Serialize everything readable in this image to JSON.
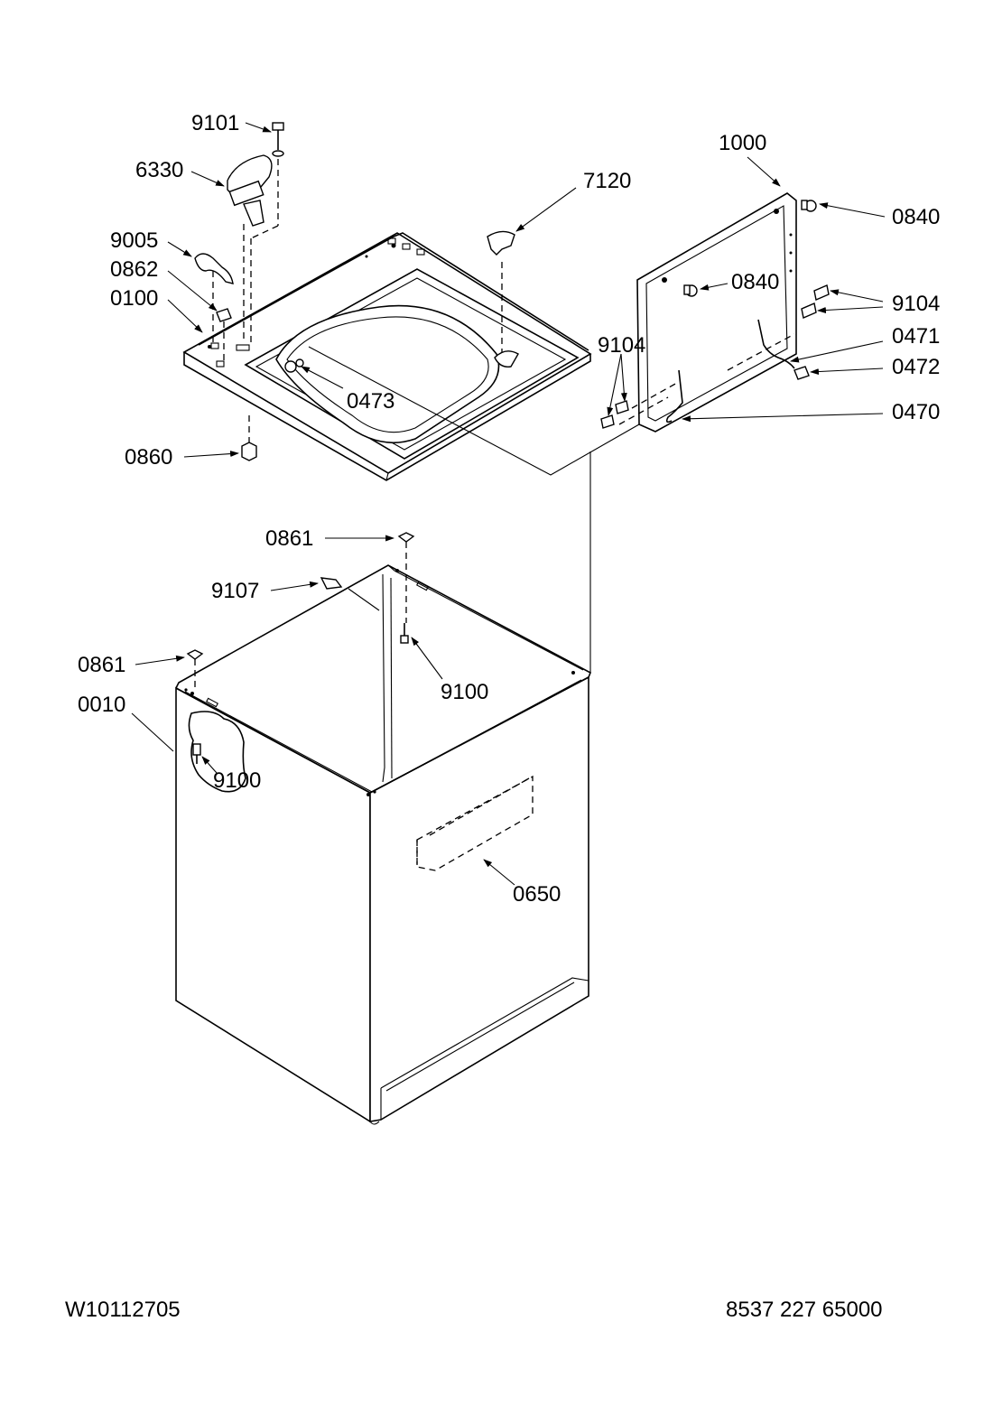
{
  "diagram": {
    "callouts": {
      "c9101": "9101",
      "c6330": "6330",
      "c9005": "9005",
      "c0862": "0862",
      "c0100": "0100",
      "c7120": "7120",
      "c0473": "0473",
      "c0860": "0860",
      "c1000": "1000",
      "c0840a": "0840",
      "c0840b": "0840",
      "c9104a": "9104",
      "c9104b": "9104",
      "c0471": "0471",
      "c0472": "0472",
      "c0470": "0470",
      "c0861a": "0861",
      "c0861b": "0861",
      "c9107": "9107",
      "c9100a": "9100",
      "c9100b": "9100",
      "c0010": "0010",
      "c0650": "0650"
    }
  },
  "footer": {
    "left_code": "W10112705",
    "right_code": "8537 227 65000"
  }
}
